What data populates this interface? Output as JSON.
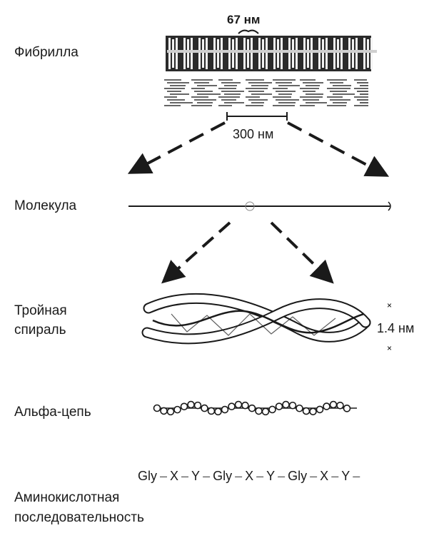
{
  "labels": {
    "fibril": "Фибрилла",
    "molecule": "Молекула",
    "triple_helix_line1": "Тройная",
    "triple_helix_line2": "спираль",
    "alpha_chain": "Альфа-цепь",
    "amino_seq_line1": "Аминокислотная",
    "amino_seq_line2": "последовательность"
  },
  "measurements": {
    "period": "67 нм",
    "molecule_length": "300 нм",
    "helix_diameter": "1.4 нм"
  },
  "sequence": [
    "Gly",
    "X",
    "Y",
    "Gly",
    "X",
    "Y",
    "Gly",
    "X",
    "Y"
  ],
  "colors": {
    "ink": "#1a1a1a",
    "background": "#ffffff",
    "strand_fill": "#ffffff"
  }
}
